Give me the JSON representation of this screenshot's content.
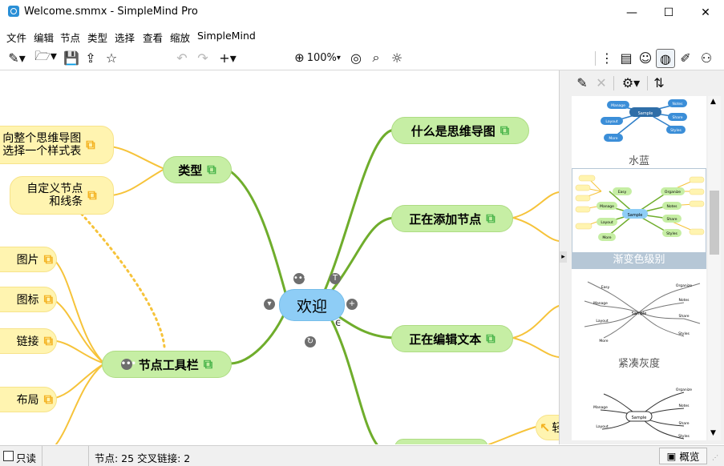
{
  "window": {
    "title": "Welcome.smmx - SimpleMind Pro",
    "minimize_glyph": "—",
    "maximize_glyph": "☐",
    "close_glyph": "✕"
  },
  "menu": [
    "文件",
    "编辑",
    "节点",
    "类型",
    "选择",
    "查看",
    "缩放",
    "SimpleMind"
  ],
  "toolbar": {
    "zoom_label": "100%"
  },
  "mindmap": {
    "center": "欢迎",
    "nodes": {
      "what_is": "什么是思维导图",
      "adding_nodes": "正在添加节点",
      "editing_text": "正在编辑文本",
      "type": "类型",
      "node_toolbar": "节点工具栏",
      "whole_map_style_1": "向整个思维导图",
      "whole_map_style_2": "选择一个样式表",
      "custom_1": "自定义节点",
      "custom_2": "和线条",
      "image": "图片",
      "icon": "图标",
      "link": "链接",
      "layout": "布局",
      "partial": "轻"
    }
  },
  "panel": {
    "styles": [
      {
        "name": "水蓝",
        "selected": false
      },
      {
        "name": "渐变色级别",
        "selected": true
      },
      {
        "name": "紧凑灰度",
        "selected": false
      }
    ],
    "thumb_words": [
      "Sample",
      "Manage",
      "Layout",
      "More",
      "Notes",
      "Share",
      "Styles",
      "Organize",
      "Easy"
    ]
  },
  "status": {
    "readonly_label": "只读",
    "info": "节点: 25 交叉链接: 2",
    "overview_label": "概览"
  },
  "colors": {
    "branch_green": "#6fad2c",
    "branch_yellow": "#f6c33a",
    "center_fill": "#8ecdf6",
    "green_node": "#c6eea4",
    "yellow_node": "#fff4b0",
    "selected_label": "#b6c7d6"
  }
}
